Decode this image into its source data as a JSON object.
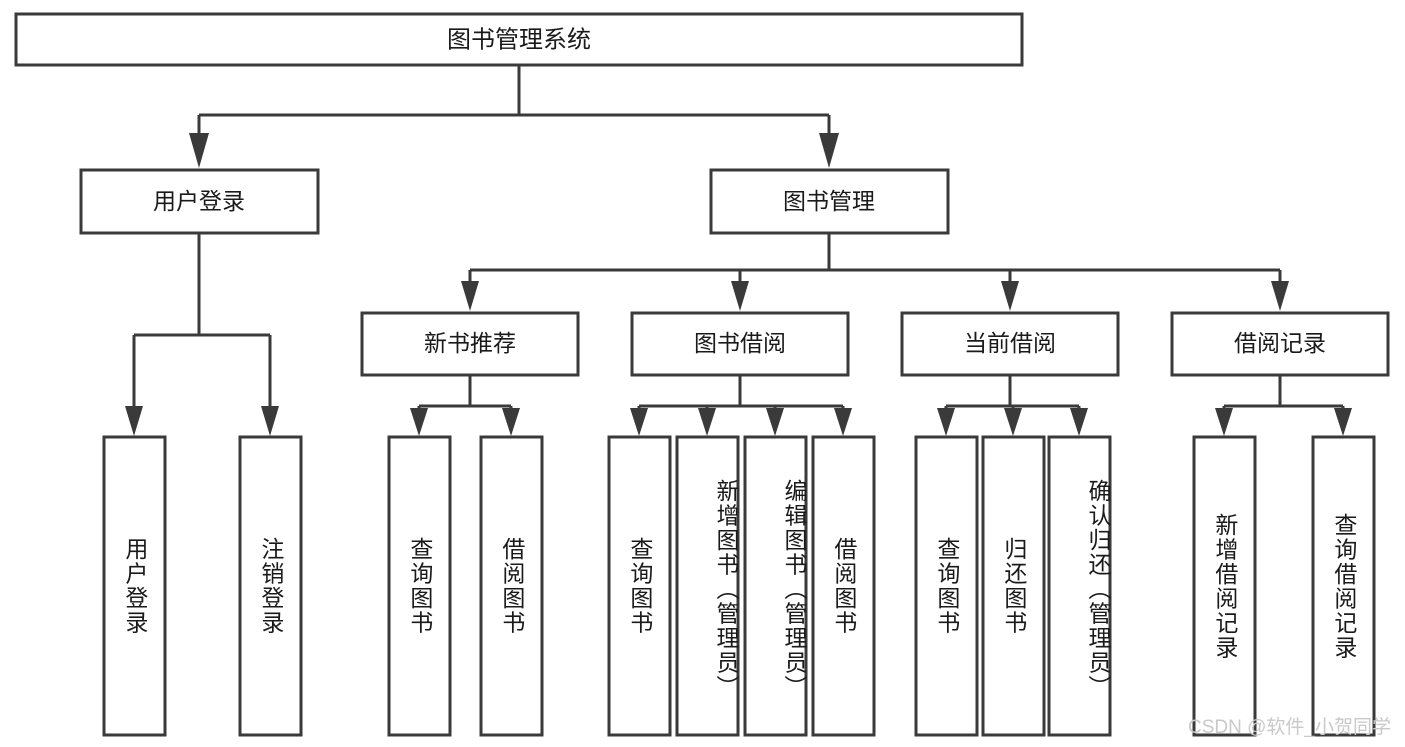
{
  "diagram": {
    "type": "tree-hierarchy",
    "title": "图书管理系统",
    "watermark": "CSDN @软件_小贺同学",
    "colors": {
      "background": "#ffffff",
      "box_fill": "#ffffff",
      "box_stroke": "#3a3a3a",
      "text": "#1a1a1a",
      "watermark": "#c9c9c9"
    },
    "root": {
      "label": "图书管理系统"
    },
    "level2": [
      {
        "label": "用户登录"
      },
      {
        "label": "图书管理"
      }
    ],
    "level3": [
      {
        "label": "新书推荐"
      },
      {
        "label": "图书借阅"
      },
      {
        "label": "当前借阅"
      },
      {
        "label": "借阅记录"
      }
    ],
    "leaves": {
      "user_login": [
        {
          "label": "用户登录"
        },
        {
          "label": "注销登录"
        }
      ],
      "new_book_recommend": [
        {
          "label": "查询图书"
        },
        {
          "label": "借阅图书"
        }
      ],
      "book_borrow": [
        {
          "label": "查询图书"
        },
        {
          "label": "新增图书（管理员）"
        },
        {
          "label": "编辑图书（管理员）"
        },
        {
          "label": "借阅图书"
        }
      ],
      "current_borrow": [
        {
          "label": "查询图书"
        },
        {
          "label": "归还图书"
        },
        {
          "label": "确认归还（管理员）"
        }
      ],
      "borrow_record": [
        {
          "label": "新增借阅记录"
        },
        {
          "label": "查询借阅记录"
        }
      ]
    }
  }
}
